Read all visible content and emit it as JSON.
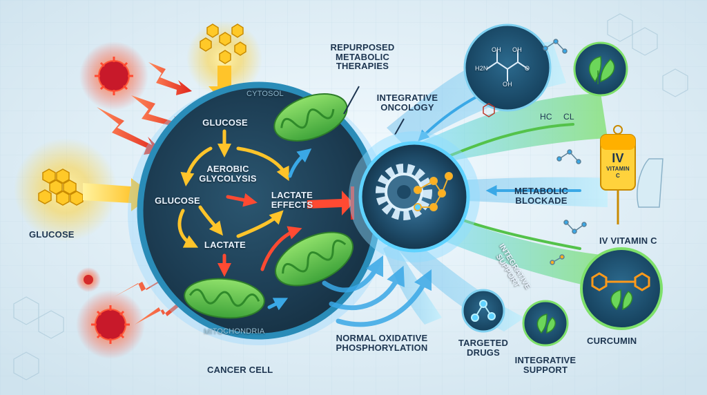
{
  "labels": {
    "cytosol": "CYTOSOL",
    "glucose_top": "GLUCOSE",
    "aerobic_glycolysis": "AEROBIC GLYCOLYSIS",
    "glucose_mid": "GLUCOSE",
    "lactate_effects": "LACTATE EFFECTS",
    "lactate": "LACTATE",
    "mitochondria": "MITOCHONDRIA",
    "glucose_outside": "GLUCOSE",
    "cancer_cell": "CANCER CELL",
    "repurposed": "REPURPOSED METABOLIC THERAPIES",
    "integrative_oncology": "INTEGRATIVE ONCOLOGY",
    "normal_oxphos": "NORMAL OXIDATIVE PHOSPHORYLATION",
    "metabolic_blockade": "METABOLIC BLOCKADE",
    "iv_vitamin_c": "IV VITAMIN C",
    "integrative_support_diag": "INTEGRATIVE SUPPORT",
    "targeted_drugs": "TARGETED DRUGS",
    "integrative_support": "INTEGRATIVE SUPPORT",
    "curcumin": "CURCUMIN"
  },
  "chem": {
    "oh1": "OH",
    "oh2": "OH",
    "oh3": "OH",
    "nh2": "H2N",
    "o1": "O",
    "hc": "HC",
    "cl": "CL"
  },
  "iv_bag": {
    "big": "IV",
    "line1": "VITAMIN",
    "line2": "C"
  },
  "colors": {
    "background": "#dfeef5",
    "cell_border": "#1e6d8f",
    "cell_fill": "#1d3a4e",
    "glow_red": "#ff3a2a",
    "glow_yellow": "#ffd23c",
    "therapy_green": "#6cd65a",
    "therapy_blue": "#3aa8e6"
  }
}
